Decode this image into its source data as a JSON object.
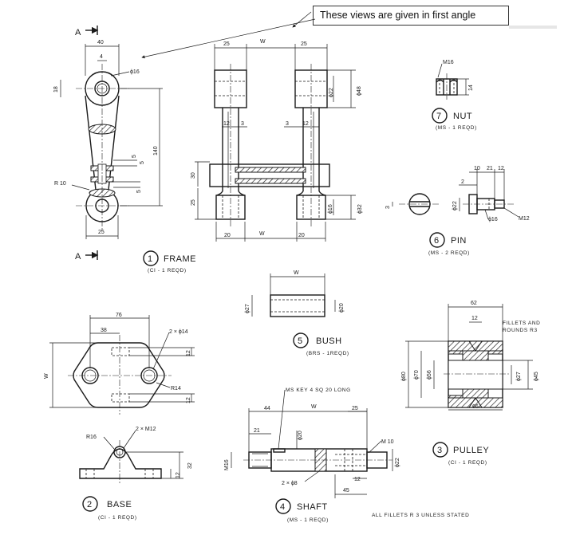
{
  "callout": "These views are given in first angle",
  "section_marks": {
    "top": "A",
    "bottom": "A"
  },
  "frame": {
    "num": "1",
    "name": "FRAME",
    "sub": "(CI - 1 REQD)",
    "dims": {
      "d40": "40",
      "d4": "4",
      "phi16": "ϕ16",
      "d18": "18",
      "d140": "140",
      "d5a": "5",
      "d5b": "5",
      "d5c": "5",
      "r10": "R 10",
      "d25": "25",
      "d25t1": "25",
      "w_t": "W",
      "d25t2": "25",
      "phi22": "ϕ22",
      "phi48": "ϕ48",
      "d12a": "12",
      "d3a": "3",
      "d3b": "3",
      "d12b": "12",
      "d30": "30",
      "d25s": "25",
      "phi16b": "ϕ16",
      "phi32": "ϕ32",
      "d20a": "20",
      "w_b": "W",
      "d20b": "20"
    }
  },
  "nut": {
    "num": "7",
    "name": "NUT",
    "sub": "(MS - 1 REQD)",
    "m16": "M16",
    "d14": "14"
  },
  "pin": {
    "num": "6",
    "name": "PIN",
    "sub": "(MS - 2 REQD)",
    "d10": "10",
    "d21": "21",
    "d12": "12",
    "d2": "2",
    "phi22": "ϕ22",
    "phi16": "ϕ16",
    "m12": "M12",
    "d3": "3"
  },
  "bush": {
    "num": "5",
    "name": "BUSH",
    "sub": "(BRS - 1REQD)",
    "w": "W",
    "phi27": "ϕ27",
    "phi20": "ϕ20"
  },
  "base": {
    "num": "2",
    "name": "BASE",
    "sub": "(CI - 1 REQD)",
    "d76": "76",
    "d38": "38",
    "holes": "2 × ϕ14",
    "w": "W",
    "d12a": "12",
    "d12b": "12",
    "r14": "R14",
    "r16": "R16",
    "m12": "2 × M12",
    "d32": "32",
    "d12c": "12"
  },
  "pulley": {
    "num": "3",
    "name": "PULLEY",
    "sub": "(CI - 1 REQD)",
    "d62": "62",
    "d12": "12",
    "fillets": "FILLETS AND",
    "rounds": "ROUNDS  R3",
    "phi80": "ϕ80",
    "phi70": "ϕ70",
    "phi56": "ϕ56",
    "phi27": "ϕ27",
    "phi45": "ϕ45",
    "d66": "66"
  },
  "shaft": {
    "num": "4",
    "name": "SHAFT",
    "sub": "(MS - 1 REQD)",
    "key": "MS  KEY  4  SQ  20  LONG",
    "d44": "44",
    "w": "W",
    "d25": "25",
    "d21": "21",
    "phi20": "ϕ20",
    "m10": "M 10",
    "m16": "M16",
    "phi22": "ϕ22",
    "holes": "2 × ϕ8",
    "d12": "12",
    "d45": "45"
  },
  "general_note": "ALL  FILLETS  R 3  UNLESS  STATED"
}
